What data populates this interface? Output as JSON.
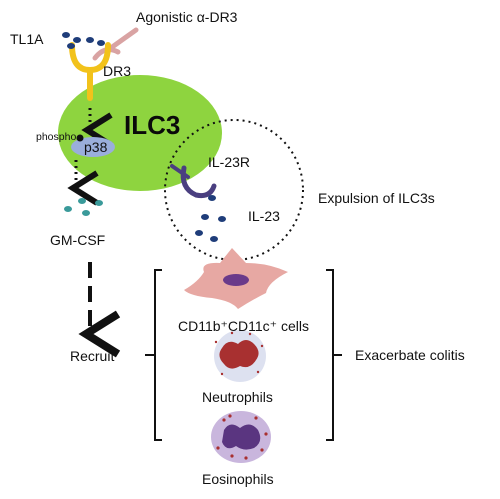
{
  "labels": {
    "ligand": "TL1A",
    "antibody": "Agonistic α-DR3",
    "receptor": "DR3",
    "cell": "ILC3",
    "phospho": "phospho",
    "kinase": "p38",
    "il23_receptor": "IL-23R",
    "il23": "IL-23",
    "expulsion": "Expulsion of ILC3s",
    "gmcsf": "GM-CSF",
    "recruit": "Recruit",
    "cd11": "CD11b⁺CD11c⁺ cells",
    "neutrophils": "Neutrophils",
    "eosinophils": "Eosinophils",
    "colitis": "Exacerbate colitis"
  },
  "colors": {
    "ilc3": "#8ed43f",
    "dr3": "#f2c21b",
    "antibody": "#d9a3a3",
    "p38": "#9aaedb",
    "tl1a_dot": "#1f3d7a",
    "gmcsf_dot": "#3a9a9a",
    "il23r": "#4a3f80",
    "dc_cell": "#e7a8a3",
    "dc_nucleus": "#6a3a8a",
    "neutrophil_cell": "#dde1f0",
    "neutrophil_nucleus": "#a83030",
    "eosinophil_cell": "#c9b6dd",
    "eosinophil_nucleus": "#5a3580"
  }
}
